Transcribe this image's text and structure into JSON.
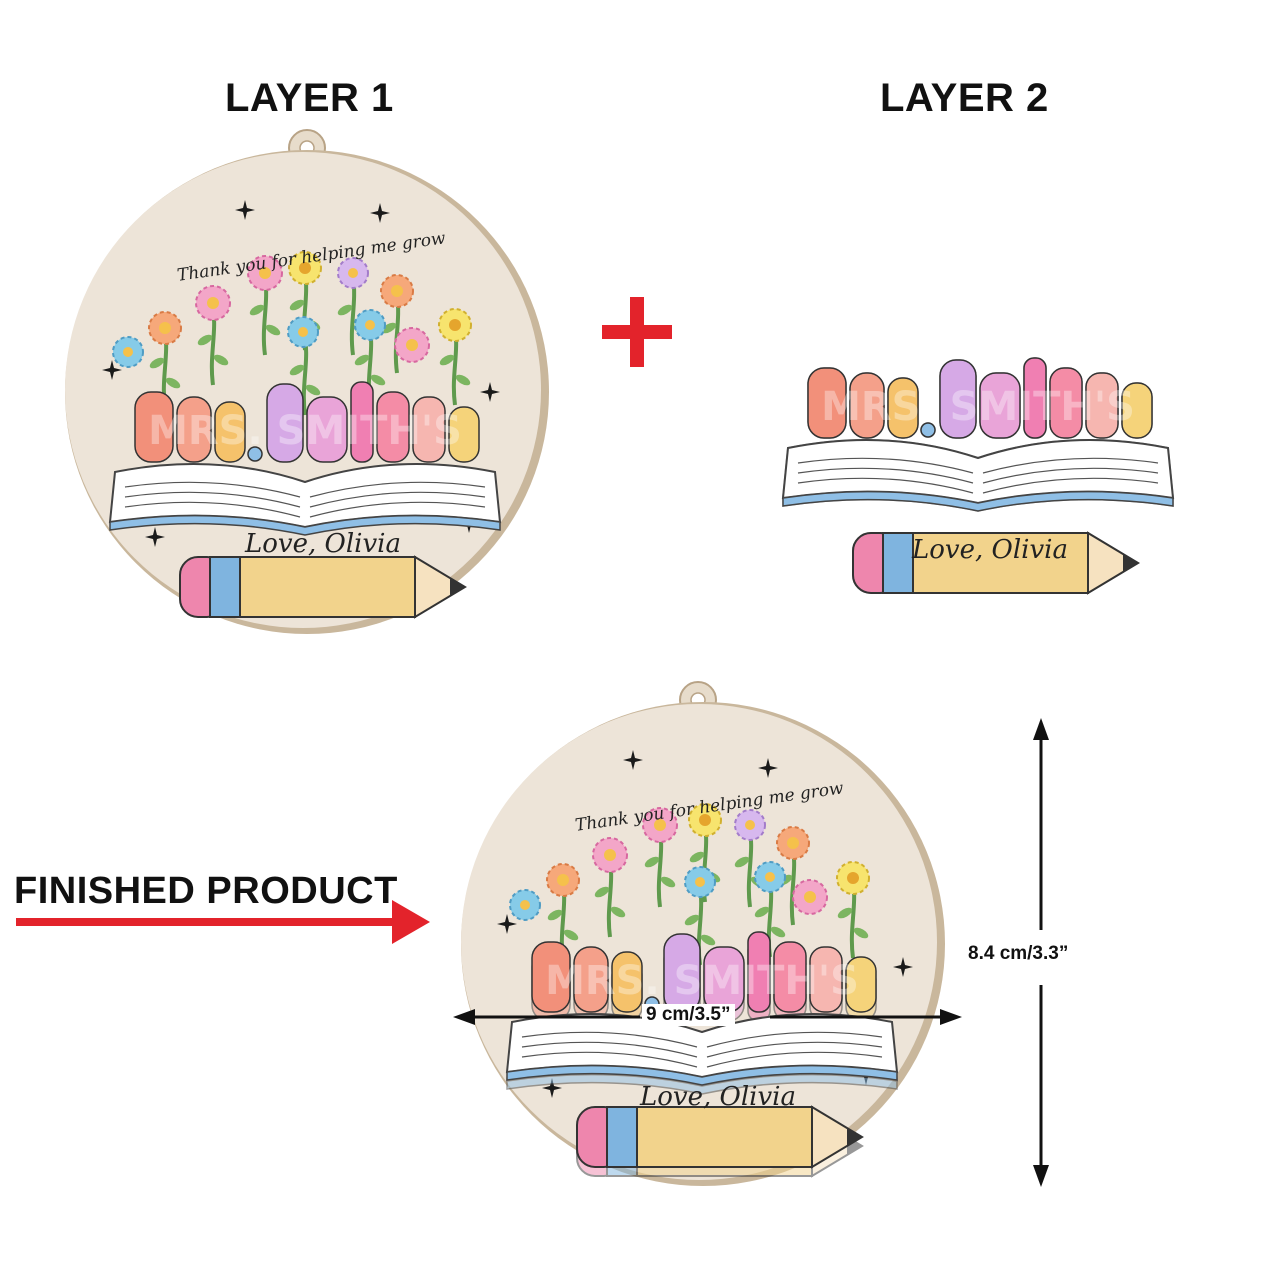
{
  "headings": {
    "layer1": "LAYER 1",
    "layer2": "LAYER 2",
    "finished": "FINISHED PRODUCT"
  },
  "ornament": {
    "tagline": "Thank you for helping me grow",
    "teacher_name": "MRS. SMITH'S",
    "signature": "Love, Olivia"
  },
  "dimensions": {
    "height": "8.4 cm/3.3”",
    "width": "9 cm/3.5”"
  },
  "colors": {
    "plus_sign": "#e3232b",
    "arrow": "#e3232b",
    "wood": "#ede4d8",
    "wood_edge": "#c9b79c",
    "pencil_body": "#f2d38c",
    "pencil_eraser": "#ee86ad",
    "pencil_band": "#7fb4df"
  },
  "icons": {
    "plus": "plus-icon",
    "arrow": "right-arrow-icon",
    "sparkle": "sparkle-icon",
    "flower": "flower-icon",
    "book": "open-book-icon",
    "pencil": "pencil-icon"
  }
}
